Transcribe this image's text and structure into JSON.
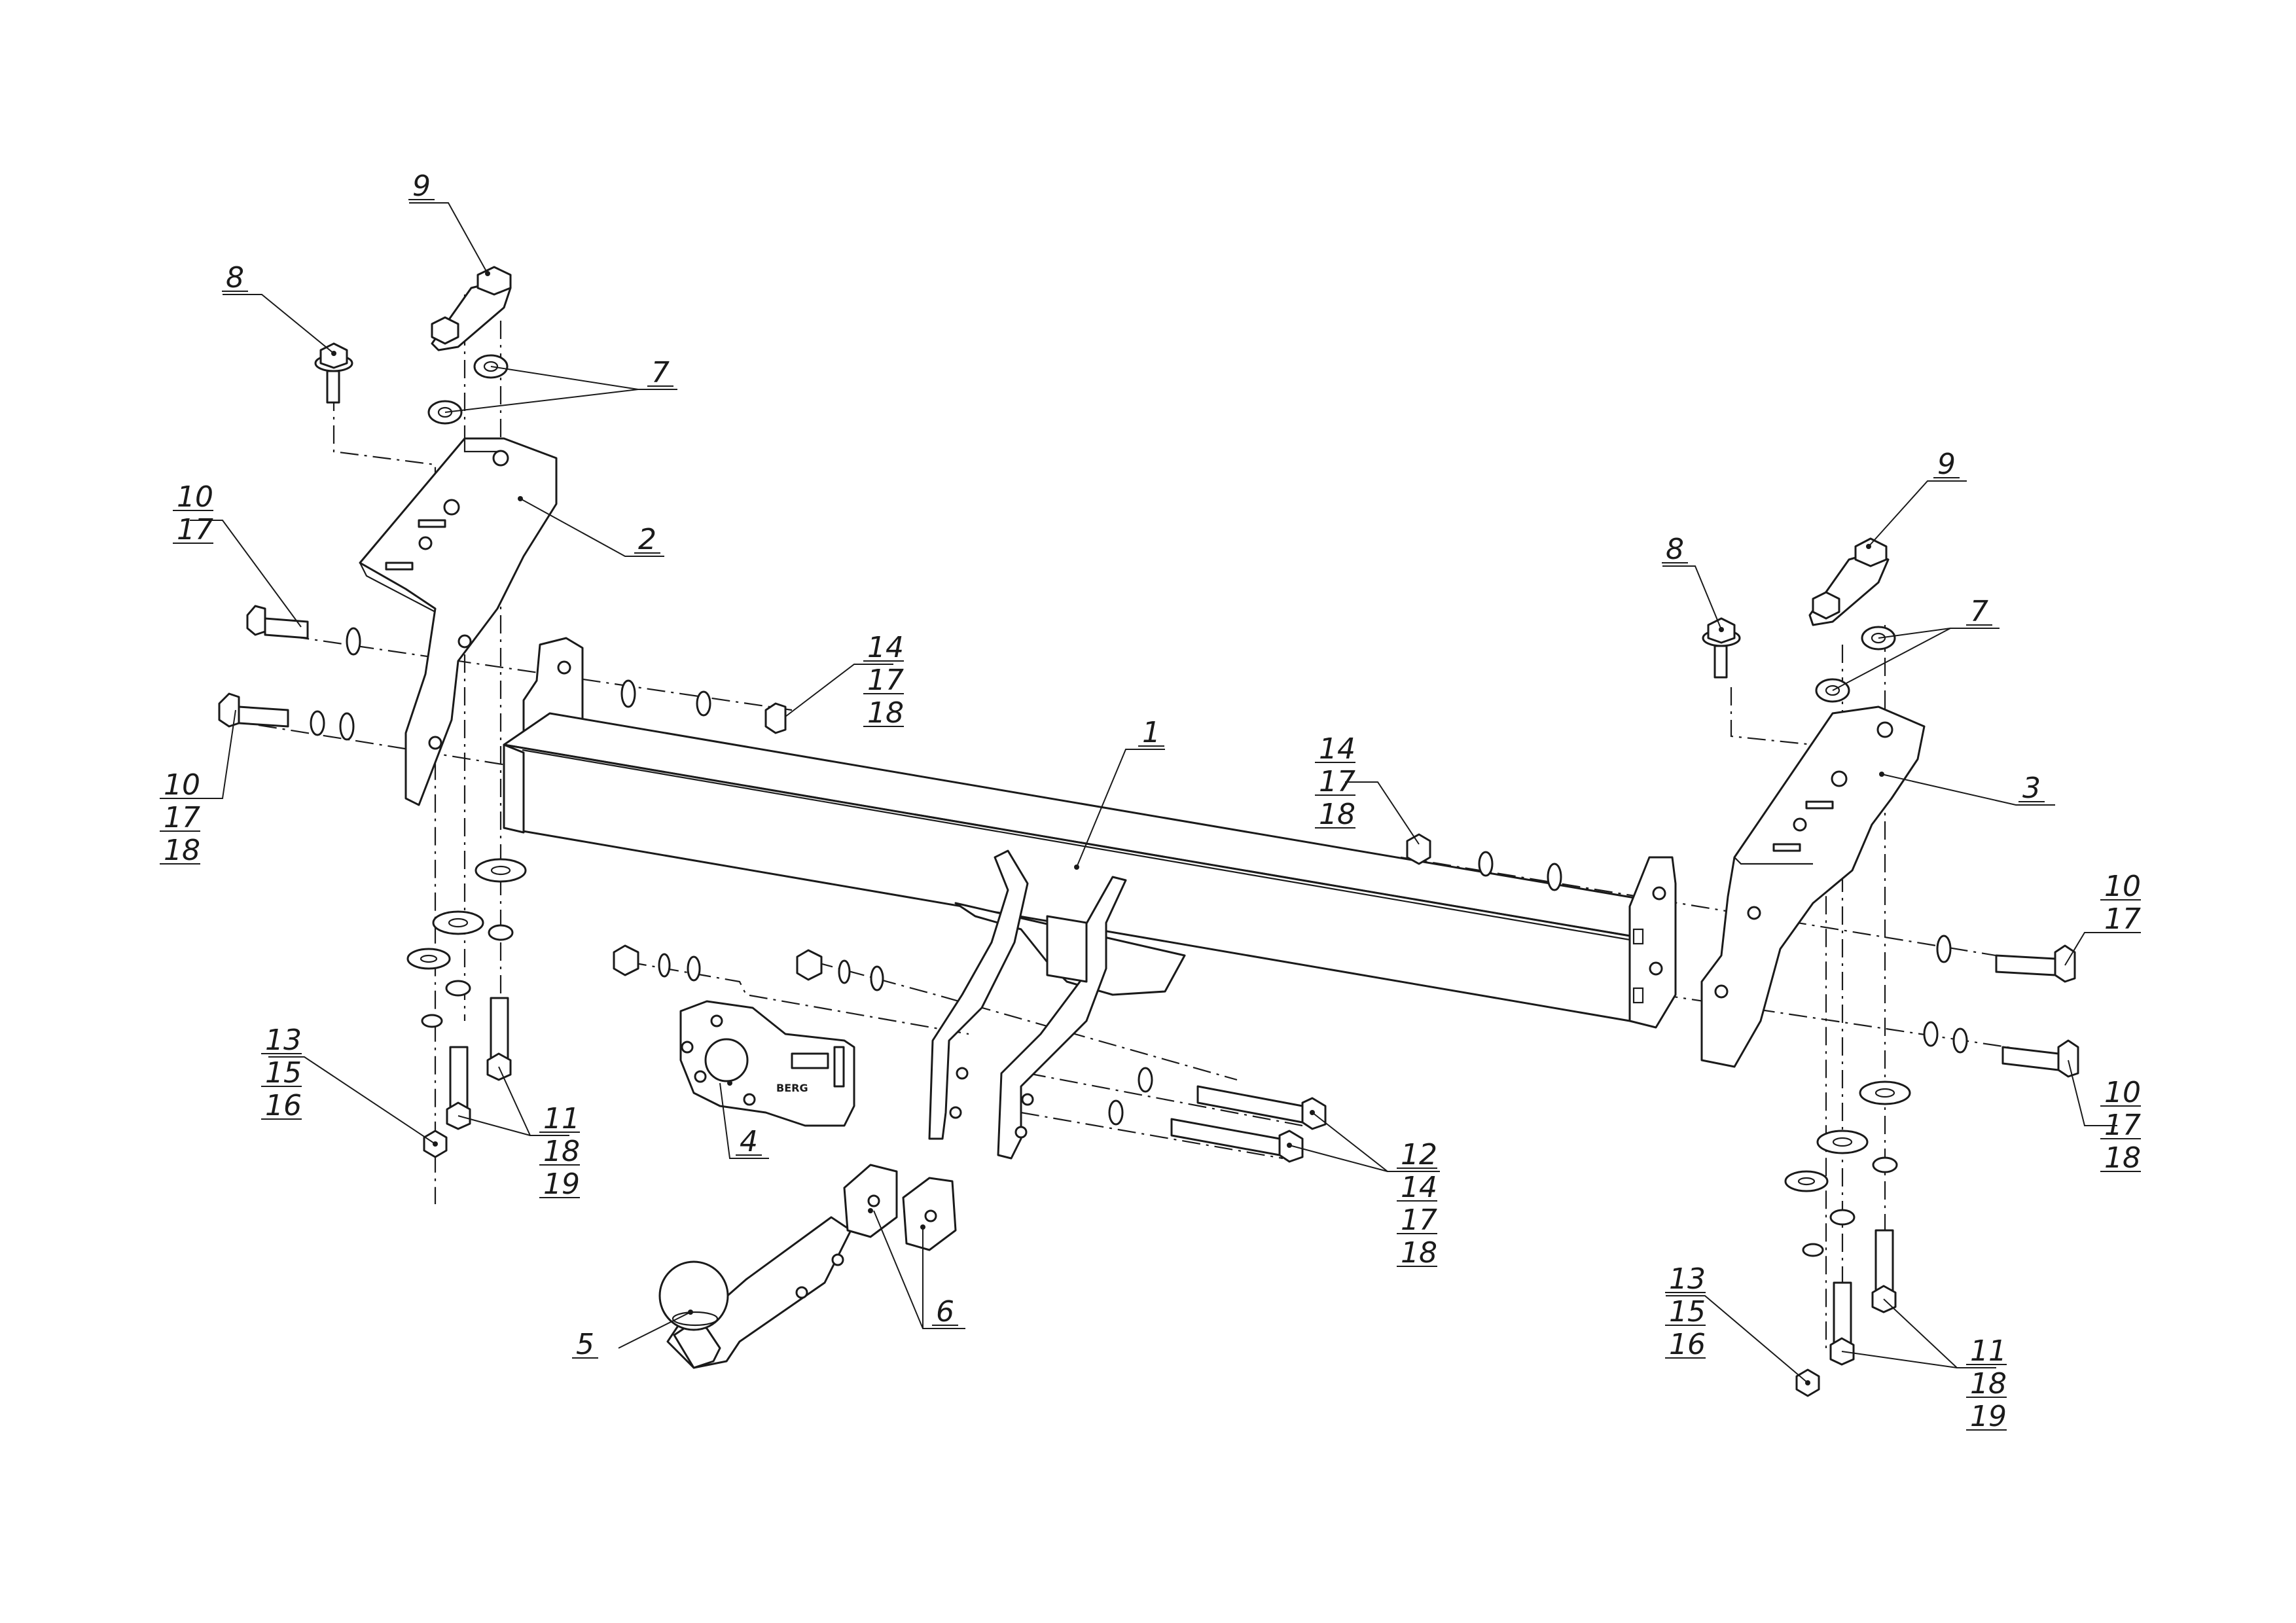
{
  "callouts": {
    "c1": [
      "1"
    ],
    "c2": [
      "2"
    ],
    "c3": [
      "3"
    ],
    "c4": [
      "4"
    ],
    "c5": [
      "5"
    ],
    "c6": [
      "6"
    ],
    "c7l": [
      "7"
    ],
    "c7r": [
      "7"
    ],
    "c8l": [
      "8"
    ],
    "c8r": [
      "8"
    ],
    "c9l": [
      "9"
    ],
    "c9r": [
      "9"
    ],
    "c10a": [
      "10",
      "17"
    ],
    "c10b": [
      "10",
      "17",
      "18"
    ],
    "c10c": [
      "10",
      "17"
    ],
    "c10d": [
      "10",
      "17",
      "18"
    ],
    "c11l": [
      "11",
      "18",
      "19"
    ],
    "c11r": [
      "11",
      "18",
      "19"
    ],
    "c12": [
      "12",
      "14",
      "17",
      "18"
    ],
    "c13l": [
      "13",
      "15",
      "16"
    ],
    "c13r": [
      "13",
      "15",
      "16"
    ],
    "c14l": [
      "14",
      "17",
      "18"
    ],
    "c14r": [
      "14",
      "17",
      "18"
    ]
  },
  "plate_logo": "BERG"
}
